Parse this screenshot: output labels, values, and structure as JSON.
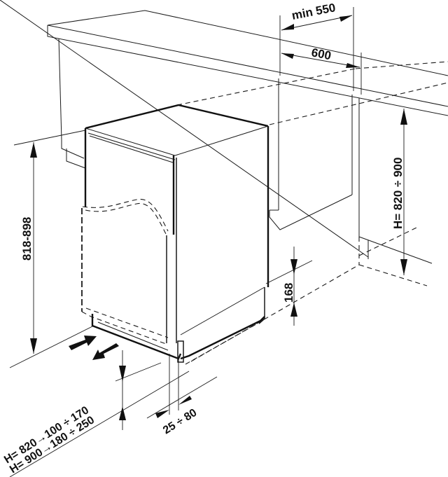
{
  "diagram": {
    "subject": "built-in under-counter appliance installation",
    "dimensions": {
      "min_depth": "min 550",
      "depth": "600",
      "niche_height": "H= 820 ÷ 900",
      "appliance_height": "818-898",
      "plinth_height": "168",
      "plinth_offset": "25 ÷ 80",
      "plinth_rule_1": "H= 820→100 ÷ 170",
      "plinth_rule_2": "H= 900→180 ÷ 250"
    },
    "annotations": {
      "slide_in_arrow": "insert-direction-arrow",
      "slide_out_arrow": "remove-direction-arrow"
    },
    "colors": {
      "line": "#1a1a1a",
      "background": "#ffffff"
    }
  }
}
